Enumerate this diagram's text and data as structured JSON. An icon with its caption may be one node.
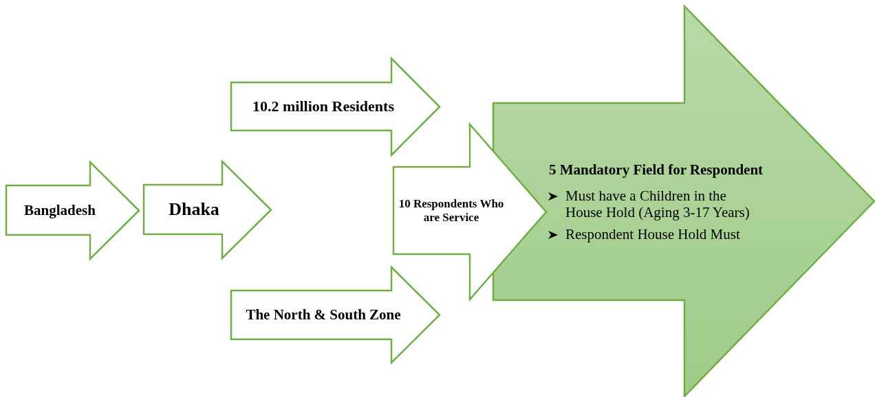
{
  "diagram": {
    "nodes": [
      {
        "text": [
          "Bangladesh"
        ]
      },
      {
        "text": [
          "Dhaka"
        ]
      },
      {
        "text": [
          "10.2 million Residents"
        ]
      },
      {
        "text": [
          "The North & South Zone"
        ]
      },
      {
        "text": [
          "10 Respondents Who are Service"
        ]
      },
      {
        "text": [
          "5 Mandatory Field for Respondent",
          "Must have a Children in the House Hold (Aging 3-17 Years)",
          "Respondent House Hold Must"
        ]
      }
    ]
  }
}
